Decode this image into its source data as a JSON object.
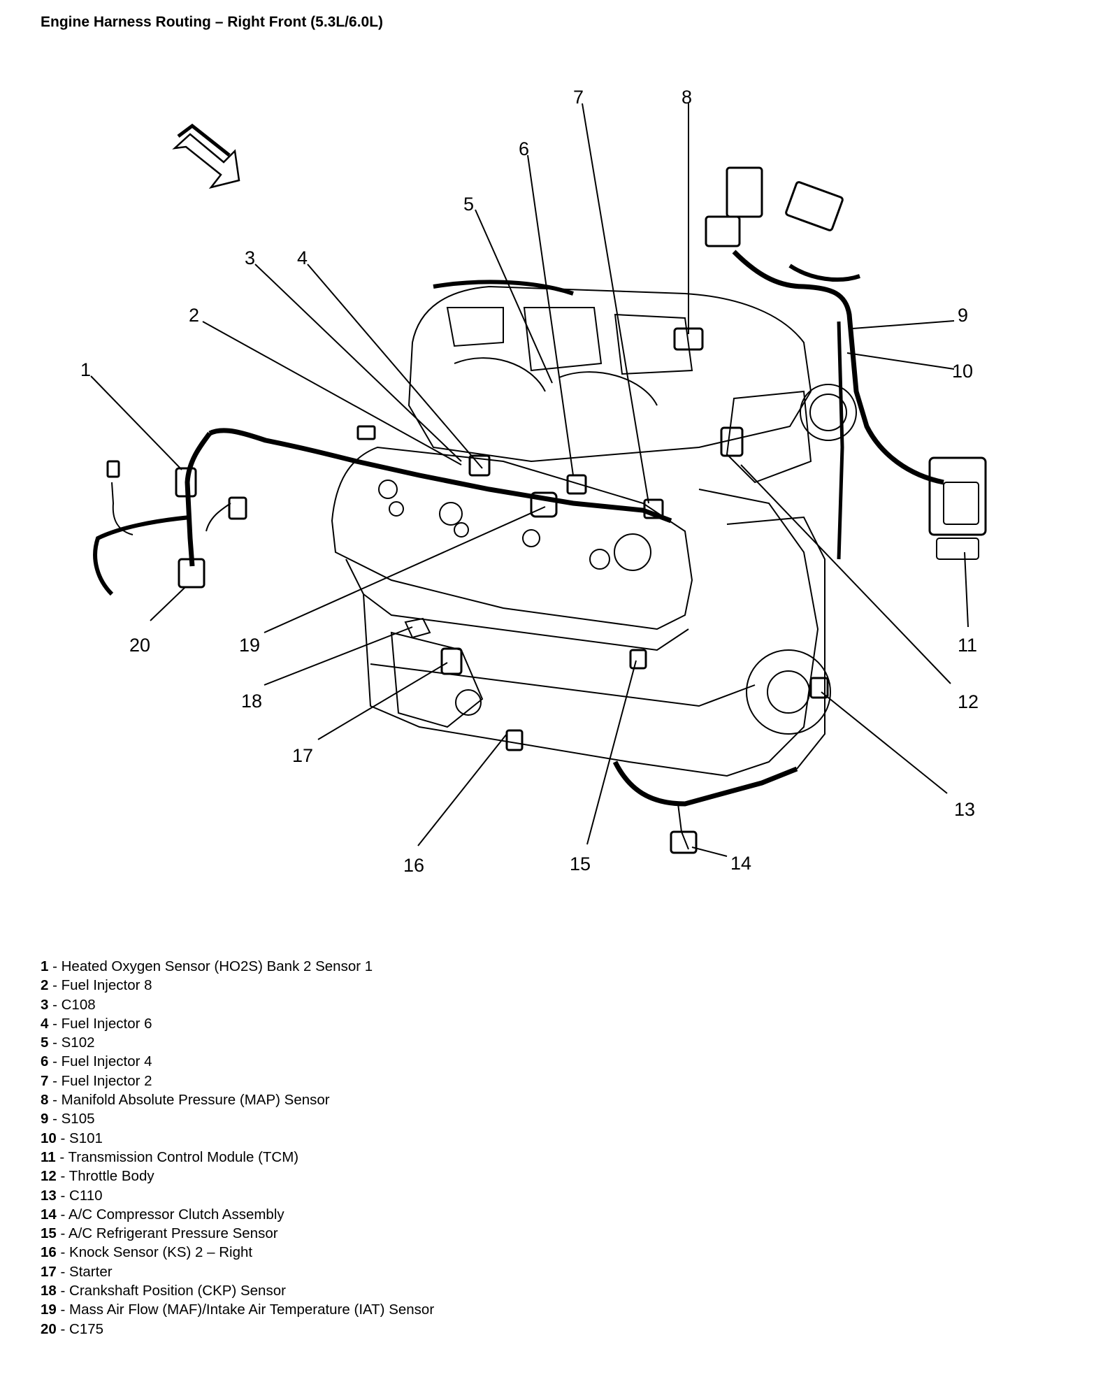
{
  "title": "Engine Harness Routing – Right Front (5.3L/6.0L)",
  "diagram": {
    "callouts": [
      "1",
      "2",
      "3",
      "4",
      "5",
      "6",
      "7",
      "8",
      "9",
      "10",
      "11",
      "12",
      "13",
      "14",
      "15",
      "16",
      "17",
      "18",
      "19",
      "20"
    ]
  },
  "legend": [
    {
      "num": "1",
      "text": "Heated Oxygen Sensor (HO2S) Bank 2 Sensor 1"
    },
    {
      "num": "2",
      "text": "Fuel Injector 8"
    },
    {
      "num": "3",
      "text": "C108"
    },
    {
      "num": "4",
      "text": "Fuel Injector 6"
    },
    {
      "num": "5",
      "text": "S102"
    },
    {
      "num": "6",
      "text": "Fuel Injector 4"
    },
    {
      "num": "7",
      "text": "Fuel Injector 2"
    },
    {
      "num": "8",
      "text": "Manifold Absolute Pressure (MAP) Sensor"
    },
    {
      "num": "9",
      "text": "S105"
    },
    {
      "num": "10",
      "text": "S101"
    },
    {
      "num": "11",
      "text": "Transmission Control Module (TCM)"
    },
    {
      "num": "12",
      "text": "Throttle Body"
    },
    {
      "num": "13",
      "text": "C110"
    },
    {
      "num": "14",
      "text": "A/C Compressor Clutch Assembly"
    },
    {
      "num": "15",
      "text": "A/C Refrigerant Pressure Sensor"
    },
    {
      "num": "16",
      "text": "Knock Sensor (KS) 2 – Right"
    },
    {
      "num": "17",
      "text": "Starter"
    },
    {
      "num": "18",
      "text": "Crankshaft Position (CKP) Sensor"
    },
    {
      "num": "19",
      "text": "Mass Air Flow (MAF)/Intake Air Temperature (IAT) Sensor"
    },
    {
      "num": "20",
      "text": "C175"
    }
  ]
}
